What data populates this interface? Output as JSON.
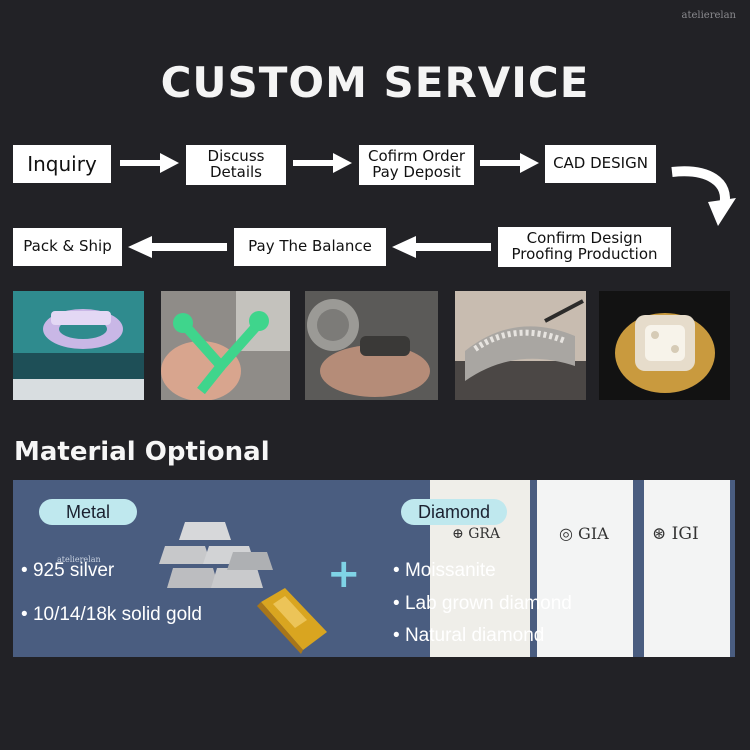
{
  "watermark": "atelierelan",
  "title": "CUSTOM SERVICE",
  "steps": {
    "inquiry": [
      "Inquiry"
    ],
    "discuss": [
      "Discuss",
      "Details"
    ],
    "confirm_order": [
      "Cofirm Order",
      "Pay Deposit"
    ],
    "cad": [
      "CAD DESIGN"
    ],
    "confirm_design": [
      "Confirm Design",
      "Proofing Production"
    ],
    "pay_balance": [
      "Pay The Balance"
    ],
    "pack_ship": [
      "Pack & Ship"
    ]
  },
  "photos": [
    "cad-render",
    "printed-wax-models",
    "metal-polishing",
    "stone-setting",
    "finished-ring"
  ],
  "material": {
    "title": "Material Optional",
    "watermark": "atelierelan",
    "metal": {
      "label": "Metal",
      "items": [
        "925 silver",
        "10/14/18k solid gold"
      ]
    },
    "plus": "+",
    "diamond": {
      "label": "Diamond",
      "items": [
        "Moissanite",
        "Lab grown diamond",
        "Natural diamond"
      ]
    },
    "certificates": [
      "GRA",
      "GIA",
      "IGI"
    ]
  },
  "colors": {
    "background": "#222226",
    "panel": "#4a5d80",
    "pill": "#bfe8ee",
    "plus": "#7fd3e6",
    "gold": "#d9a520"
  }
}
